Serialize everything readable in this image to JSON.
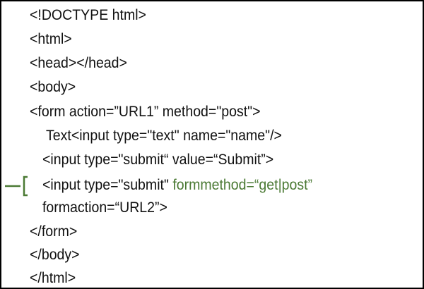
{
  "code_lines": [
    {
      "text": "<!DOCTYPE html>"
    },
    {
      "text": "<html>"
    },
    {
      "text": "<head></head>"
    },
    {
      "text": "<body>"
    },
    {
      "text": "<form action=”URL1” method=\"post\">"
    },
    {
      "text": "Text<input type=\"text\" name=\"name\"/>"
    },
    {
      "text": "<input type=\"submit“ value=“Submit”>"
    },
    {
      "text": "<input type=\"submit\" ",
      "highlight": "formmethod=“get|post”"
    },
    {
      "text": "formaction=“URL2”>"
    },
    {
      "text": "</form>"
    },
    {
      "text": "</body>"
    },
    {
      "text": "</html>"
    }
  ],
  "colors": {
    "highlight": "#4b7a34",
    "text": "#111111",
    "border": "#000000"
  }
}
